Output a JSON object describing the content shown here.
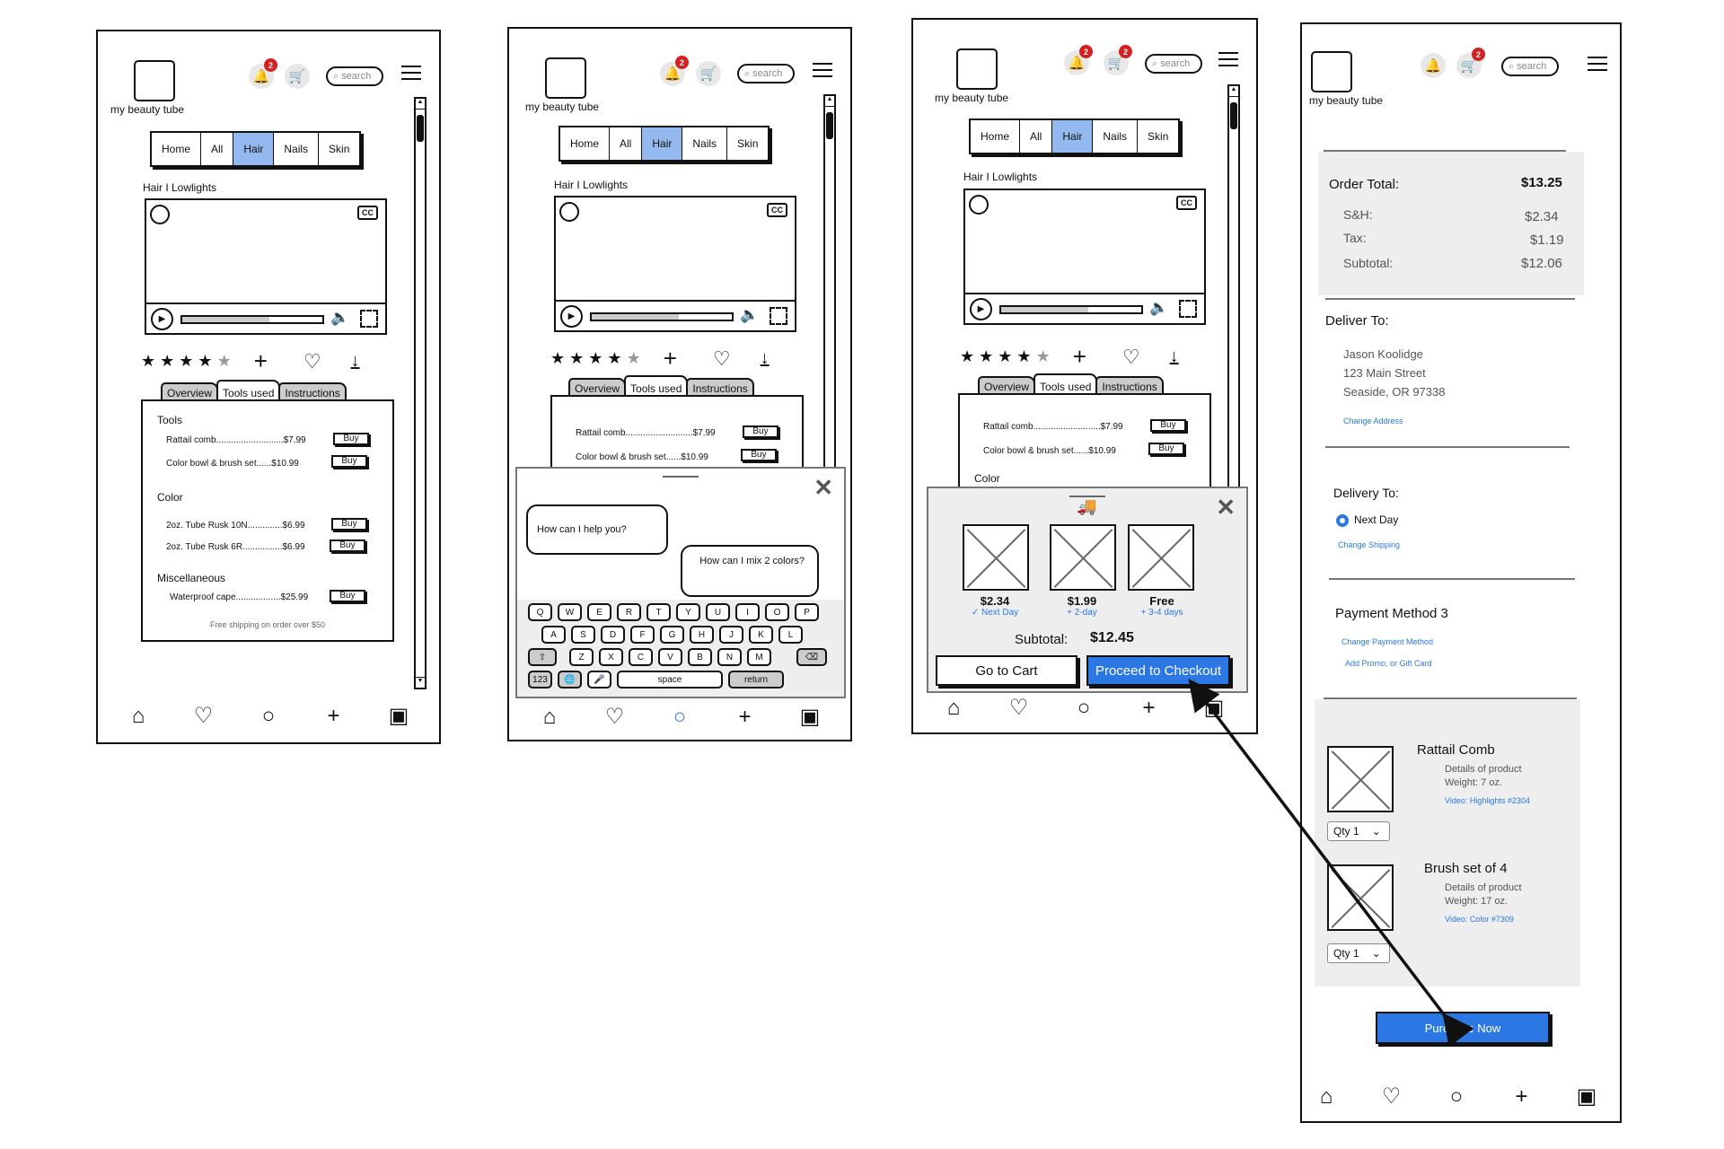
{
  "app": {
    "name": "my beauty tube"
  },
  "header": {
    "search_placeholder": "search",
    "notif_count": "2",
    "cart_count": "2"
  },
  "nav_tabs": [
    "Home",
    "All",
    "Hair",
    "Nails",
    "Skin"
  ],
  "nav_active": "Hair",
  "video": {
    "title": "Hair I Lowlights",
    "cc_label": "CC",
    "progress": 0.62
  },
  "rating": {
    "value": 4,
    "max": 5
  },
  "sub_tabs": [
    "Overview",
    "Tools used",
    "Instructions"
  ],
  "sub_active": "Tools used",
  "tools_list": {
    "categories": [
      {
        "name": "Tools",
        "items": [
          {
            "label": "Rattail comb...........................$7.99",
            "buy": "Buy"
          },
          {
            "label": "Color bowl & brush set......$10.99",
            "buy": "Buy"
          }
        ]
      },
      {
        "name": "Color",
        "items": [
          {
            "label": "2oz. Tube Rusk 10N..............$6.99",
            "buy": "Buy"
          },
          {
            "label": "2oz. Tube Rusk 6R................$6.99",
            "buy": "Buy"
          }
        ]
      },
      {
        "name": "Miscellaneous",
        "items": [
          {
            "label": "Waterproof cape..................$25.99",
            "buy": "Buy"
          }
        ]
      }
    ],
    "note": "Free shipping on order over $50"
  },
  "chat": {
    "bot_message": "How can I help you?",
    "user_message": "How can I mix 2 colors?",
    "keyboard": {
      "row1": [
        "Q",
        "W",
        "E",
        "R",
        "T",
        "Y",
        "U",
        "I",
        "O",
        "P"
      ],
      "row2": [
        "A",
        "S",
        "D",
        "F",
        "G",
        "H",
        "J",
        "K",
        "L"
      ],
      "row3": [
        "⇧",
        "Z",
        "X",
        "C",
        "V",
        "B",
        "N",
        "M",
        "⌫"
      ],
      "row4": [
        "123",
        "🌐",
        "🎤",
        "space",
        "return"
      ]
    }
  },
  "shipping_sheet": {
    "options": [
      {
        "price": "$2.34",
        "label": "✓ Next Day"
      },
      {
        "price": "$1.99",
        "label": "+  2-day"
      },
      {
        "price": "Free",
        "label": "+  3-4 days"
      }
    ],
    "subtotal_label": "Subtotal:",
    "subtotal_value": "$12.45",
    "go_to_cart": "Go to Cart",
    "checkout": "Proceed to Checkout"
  },
  "checkout": {
    "order_total_label": "Order Total:",
    "order_total_value": "$13.25",
    "lines": [
      {
        "label": "S&H:",
        "value": "$2.34"
      },
      {
        "label": "Tax:",
        "value": "$1.19"
      },
      {
        "label": "Subtotal:",
        "value": "$12.06"
      }
    ],
    "deliver_to_label": "Deliver To:",
    "address": [
      "Jason Koolidge",
      "123 Main Street",
      "Seaside, OR 97338"
    ],
    "change_address": "Change Address",
    "delivery_label": "Delivery To:",
    "delivery_option": "Next Day",
    "change_shipping": "Change Shipping",
    "payment_label": "Payment Method 3",
    "change_payment": "Change Payment Method",
    "add_promo": "Add Promo, or Gift Card",
    "products": [
      {
        "name": "Rattail Comb",
        "details": "Details of product",
        "weight": "Weight: 7 oz.",
        "video": "Video: Highlights #2304",
        "qty": "Qty 1"
      },
      {
        "name": "Brush set of 4",
        "details": "Details of product",
        "weight": "Weight: 17 oz.",
        "video": "Video: Color #7309",
        "qty": "Qty 1"
      }
    ],
    "purchase": "Purchase Now"
  },
  "colors": {
    "accent": "#2b78e4",
    "active_tab": "#93b9ef",
    "badge": "#d32020"
  }
}
